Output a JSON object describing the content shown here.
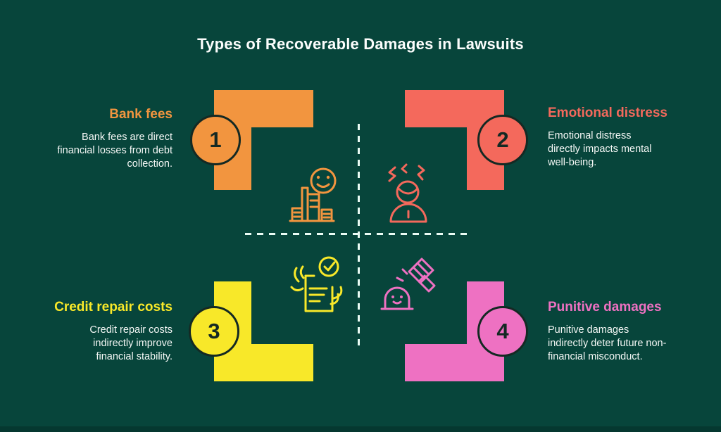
{
  "title": "Types of Recoverable Damages in Lawsuits",
  "items": [
    {
      "number": "1",
      "label": "Bank fees",
      "description": "Bank fees are direct\nfinancial losses from debt\ncollection.",
      "color": "#F2953F",
      "icon": "receipt-money-smiley"
    },
    {
      "number": "2",
      "label": "Emotional distress",
      "description": "Emotional distress\ndirectly impacts mental\nwell-being.",
      "color": "#F4695C",
      "icon": "stressed-person"
    },
    {
      "number": "3",
      "label": "Credit repair costs",
      "description": "Credit repair costs\nindirectly improve\nfinancial stability.",
      "color": "#F8E829",
      "icon": "document-check-hands"
    },
    {
      "number": "4",
      "label": "Punitive damages",
      "description": "Punitive damages\nindirectly deter future non-\nfinancial misconduct.",
      "color": "#EE71C2",
      "icon": "gavel-strike"
    }
  ],
  "style": {
    "background": "#07453B",
    "text_color": "#F5F8F6",
    "title_color": "#FBFDFC",
    "circle_outline": "#142923",
    "dashed_line_color": "#EAFBF4"
  }
}
